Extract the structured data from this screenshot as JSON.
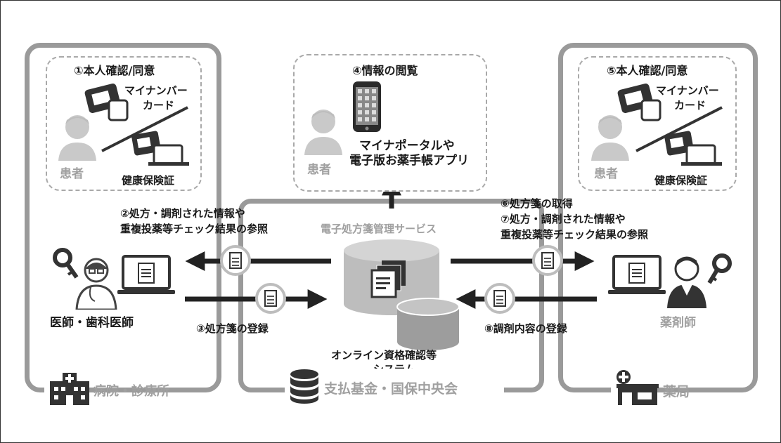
{
  "hospital": {
    "step1_title": "①本人確認/同意",
    "card_label_line1": "マイナンバー",
    "card_label_line2": "カード",
    "insurance_label": "健康保険証",
    "patient_label": "患者",
    "doctor_label": "医師・歯科医師",
    "zone_label": "病院・診療所"
  },
  "portal": {
    "step4_title": "④情報の閲覧",
    "patient_label": "患者",
    "app_line1": "マイナポータルや",
    "app_line2": "電子版お薬手帳アプリ"
  },
  "pharmacy": {
    "step5_title": "⑤本人確認/同意",
    "card_label_line1": "マイナンバー",
    "card_label_line2": "カード",
    "insurance_label": "健康保険証",
    "patient_label": "患者",
    "pharmacist_label": "薬剤師",
    "zone_label": "薬局"
  },
  "center": {
    "service_label": "電子処方箋管理サービス",
    "online_line1": "オンライン資格確認等",
    "online_line2": "システム",
    "zone_label": "支払基金・国保中央会"
  },
  "steps": {
    "step2_line1": "②処方・調剤された情報や",
    "step2_line2": "重複投薬等チェック結果の参照",
    "step3": "③処方箋の登録",
    "step6": "⑥処方箋の取得",
    "step7_line1": "⑦処方・調剤された情報や",
    "step7_line2": "重複投薬等チェック結果の参照",
    "step8": "⑧調剤内容の登録"
  },
  "icons": [
    "person-icon",
    "card-icon",
    "insurance-card-icon",
    "smartphone-icon",
    "laptop-icon",
    "key-icon",
    "doctor-icon",
    "pharmacist-icon",
    "database-icon",
    "document-icon",
    "hospital-icon",
    "pharmacy-icon",
    "arrow-icon"
  ],
  "colors": {
    "zone_border": "#9a9a9a",
    "arrow": "#222222",
    "label_gray": "#a0a0a0"
  }
}
